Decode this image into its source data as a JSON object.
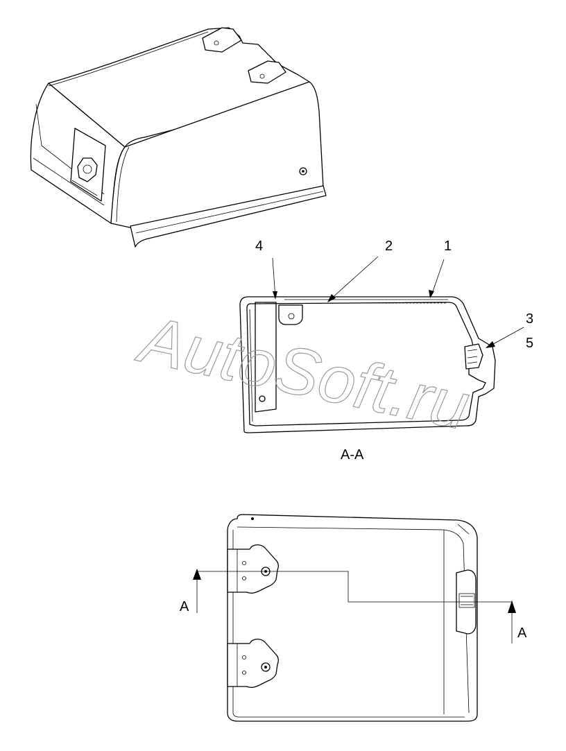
{
  "callouts": {
    "c1": "1",
    "c2": "2",
    "c3": "3",
    "c4": "4",
    "c5": "5"
  },
  "section_title": "A-A",
  "section_markers": {
    "left": "A",
    "right": "A"
  },
  "watermark": "AutoSoft.ru"
}
